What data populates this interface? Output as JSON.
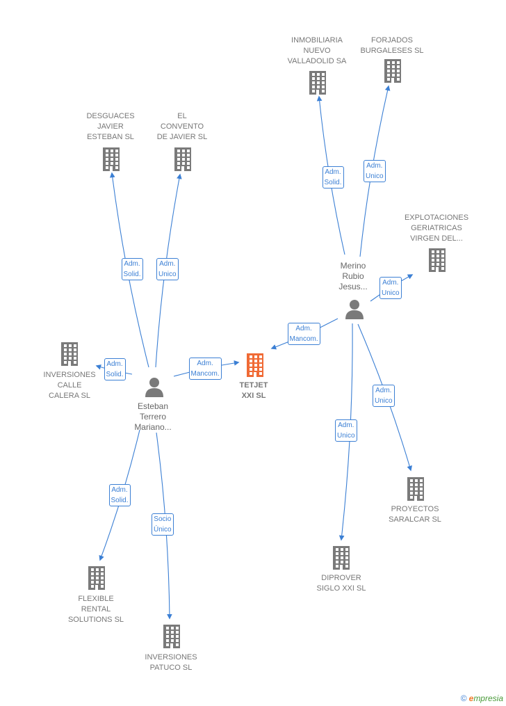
{
  "company": {
    "name": "TETJET\nXXI  SL",
    "color": "#f06a35"
  },
  "people": [
    {
      "id": "esteban",
      "name": "Esteban\nTerrero\nMariano..."
    },
    {
      "id": "merino",
      "name": "Merino\nRubio\nJesus..."
    }
  ],
  "companies": [
    {
      "id": "desguaces",
      "name": "DESGUACES\nJAVIER\nESTEBAN  SL"
    },
    {
      "id": "convento",
      "name": "EL\nCONVENTO\nDE JAVIER  SL"
    },
    {
      "id": "inversiones_calle",
      "name": "INVERSIONES\nCALLE\nCALERA  SL"
    },
    {
      "id": "flexible",
      "name": "FLEXIBLE\nRENTAL\nSOLUTIONS  SL"
    },
    {
      "id": "patuco",
      "name": "INVERSIONES\nPATUCO  SL"
    },
    {
      "id": "inmobiliaria",
      "name": "INMOBILIARIA\nNUEVO\nVALLADOLID SA"
    },
    {
      "id": "forjados",
      "name": "FORJADOS\nBURGALESES SL"
    },
    {
      "id": "explotaciones",
      "name": "EXPLOTACIONES\nGERIATRICAS\nVIRGEN DEL..."
    },
    {
      "id": "proyectos",
      "name": "PROYECTOS\nSARALCAR  SL"
    },
    {
      "id": "diprover",
      "name": "DIPROVER\nSIGLO XXI  SL"
    }
  ],
  "relations": [
    {
      "from": "esteban",
      "to": "desguaces",
      "label": "Adm.\nSolid."
    },
    {
      "from": "esteban",
      "to": "convento",
      "label": "Adm.\nUnico"
    },
    {
      "from": "esteban",
      "to": "inversiones_calle",
      "label": "Adm.\nSolid."
    },
    {
      "from": "esteban",
      "to": "tetjet",
      "label": "Adm.\nMancom."
    },
    {
      "from": "esteban",
      "to": "flexible",
      "label": "Adm.\nSolid."
    },
    {
      "from": "esteban",
      "to": "patuco",
      "label": "Socio\nÚnico"
    },
    {
      "from": "merino",
      "to": "inmobiliaria",
      "label": "Adm.\nSolid."
    },
    {
      "from": "merino",
      "to": "forjados",
      "label": "Adm.\nUnico"
    },
    {
      "from": "merino",
      "to": "explotaciones",
      "label": "Adm.\nUnico"
    },
    {
      "from": "merino",
      "to": "tetjet",
      "label": "Adm.\nMancom."
    },
    {
      "from": "merino",
      "to": "proyectos",
      "label": "Adm.\nUnico"
    },
    {
      "from": "merino",
      "to": "diprover",
      "label": "Adm.\nUnico"
    }
  ],
  "colors": {
    "edge": "#3b7fd4",
    "building": "#7a7a7a",
    "person": "#7a7a7a"
  },
  "footer": {
    "copyright": "©",
    "brand_initial": "e",
    "brand_rest": "mpresia"
  }
}
